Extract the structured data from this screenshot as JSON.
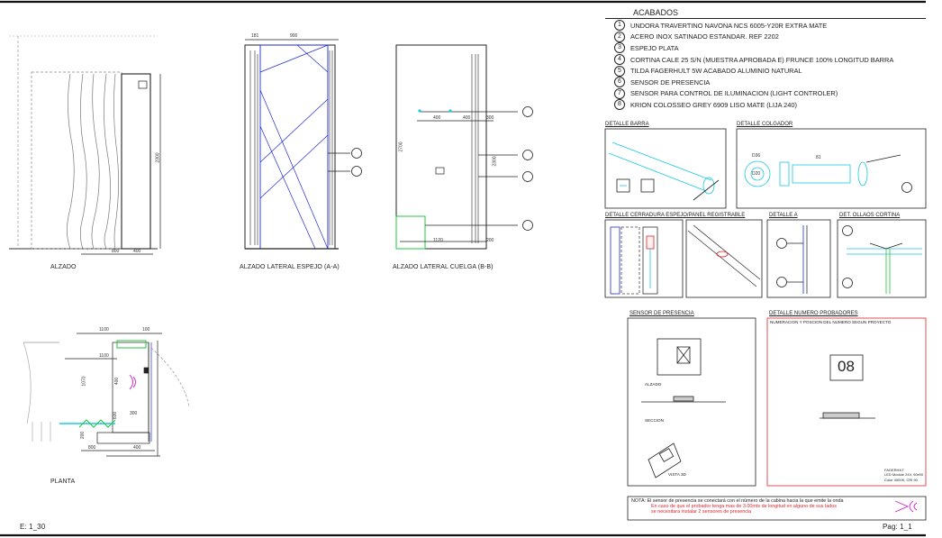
{
  "finishes": {
    "title": "ACABADOS",
    "items": [
      {
        "n": "1",
        "text": "UNDORA TRAVERTINO NAVONA NCS 6005-Y20R EXTRA MATE"
      },
      {
        "n": "2",
        "text": "ACERO INOX SATINADO ESTANDAR. REF 2202"
      },
      {
        "n": "3",
        "text": "ESPEJO PLATA"
      },
      {
        "n": "4",
        "text": "CORTINA CALE 25 S/N (MUESTRA APROBADA E) FRUNCE 100% LONGITUD BARRA"
      },
      {
        "n": "5",
        "text": "TILDA FAGERHULT 5W ACABADO ALUMINIO NATURAL"
      },
      {
        "n": "6",
        "text": "SENSOR DE PRESENCIA"
      },
      {
        "n": "7",
        "text": "SENSOR PARA CONTROL DE ILUMINACION (LIGHT CONTROLER)"
      },
      {
        "n": "8",
        "text": "KRION COLOSSEO GREY 6909 LISO MATE (LIJA 240)"
      }
    ]
  },
  "views": {
    "alzado": "ALZADO",
    "espejo": "ALZADO LATERAL ESPEJO (A-A)",
    "cuelga": "ALZADO LATERAL CUELGA (B-B)",
    "planta": "PLANTA"
  },
  "details": {
    "barra": "DETALLE BARRA",
    "colgador": "DETALLE COLGADOR",
    "cerradura": "DETALLE CERRADURA ESPEJO/PANEL REGISTRABLE",
    "detalle_a": "DETALLE A",
    "ollaos": "DET. OLLAOS CORTINA",
    "sensor": "SENSOR DE PRESENCIA",
    "numero": "DETALLE NUMERO PROBADORES",
    "numero_sub": "NUMERACION Y POSCION DEL NUMERO SEGUN PROYECTO",
    "sensor_alzado": "ALZADO",
    "sensor_seccion": "SECCION",
    "sensor_vista": "VISTA 3D",
    "numero_value": "08",
    "numero_specs": [
      "FAGERHILT",
      "LED Module 24V, 90x90",
      "Color 4000K, CRI 90"
    ]
  },
  "dimensions": {
    "alzado_w1": "800",
    "alzado_w2": "400",
    "alzado_h": "2300",
    "espejo_a": "181",
    "espejo_b": "900",
    "cuelga_a": "400",
    "cuelga_b": "400",
    "cuelga_c": "300",
    "cuelga_d": "1120",
    "cuelga_e": "200",
    "cuelga_h1": "2700",
    "cuelga_h2": "2300",
    "planta_a": "1100",
    "planta_b": "100",
    "planta_c": "1100",
    "planta_d": "800",
    "planta_e": "400",
    "planta_f": "300",
    "planta_g": "600",
    "planta_h": "1070",
    "planta_i": "400",
    "planta_j": "200",
    "colg_a": "D36",
    "colg_b": "D20",
    "colg_c": "81"
  },
  "note": {
    "label": "NOTA:",
    "line1": "El sensor de presencia se conectará con el número de la cabina hacia la que emite la onda",
    "line2": "En caso de que el probador tenga mas de 3.00mts de longitud en alguno de sus lados",
    "line3": "se necesitara instalar 2 sensores de presencia"
  },
  "footer": {
    "scale": "E: 1_30",
    "page": "Pag: 1_1"
  },
  "colors": {
    "line": "#222222",
    "cyan": "#19c9e0",
    "blue": "#1f2bd6",
    "green": "#22c43a",
    "red": "#e0242b",
    "magenta": "#d020d0"
  }
}
